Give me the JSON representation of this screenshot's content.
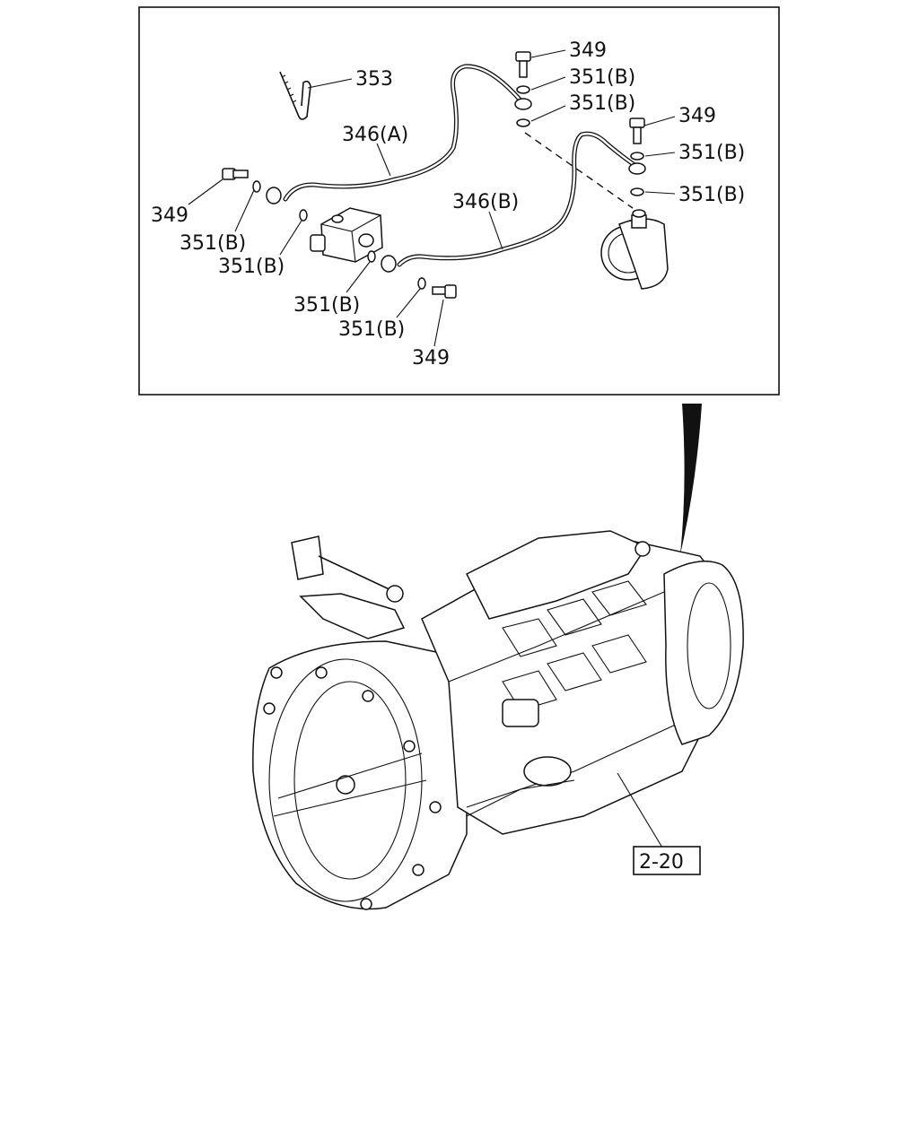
{
  "callouts": {
    "bolt_349_top": "349",
    "washer_351b_top_1": "351(B)",
    "washer_351b_top_2": "351(B)",
    "clip_353": "353",
    "pipe_346a": "346(A)",
    "bolt_349_right": "349",
    "washer_351b_right_1": "351(B)",
    "washer_351b_right_2": "351(B)",
    "pipe_346b": "346(B)",
    "bolt_349_left": "349",
    "washer_351b_left_1": "351(B)",
    "washer_351b_left_2": "351(B)",
    "washer_351b_lower_1": "351(B)",
    "washer_351b_lower_2": "351(B)",
    "bolt_349_bottom": "349"
  },
  "reference": {
    "transmission_ref": "2-20"
  }
}
